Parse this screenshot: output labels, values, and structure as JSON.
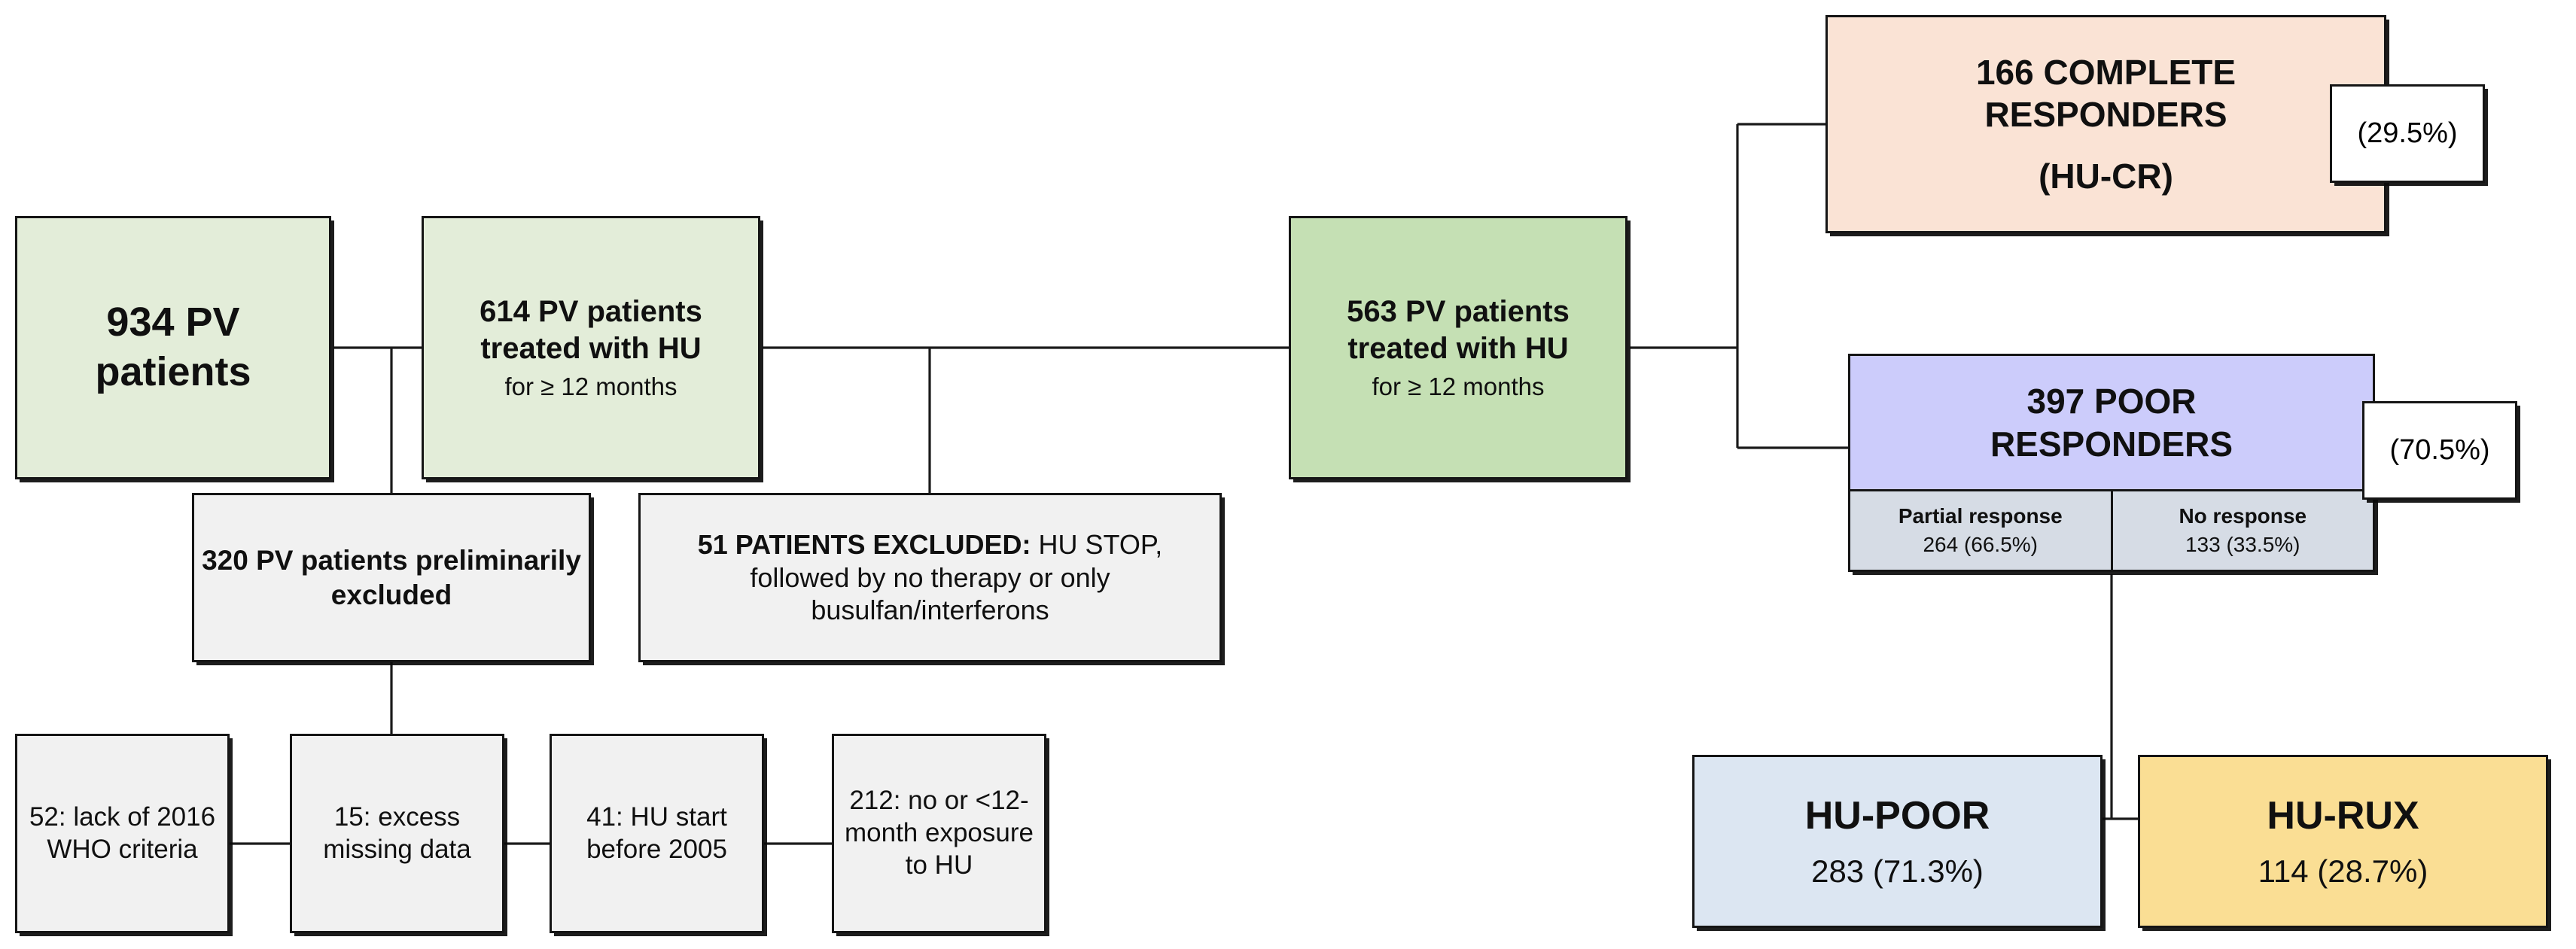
{
  "diagram": {
    "title": "PV patient HU treatment response flow",
    "colors": {
      "green_light": "#e3edd9",
      "green": "#c5e0b4",
      "grey": "#f1f1f1",
      "pink": "#fae3d5",
      "purple": "#ccccfb",
      "blue": "#dce6f2",
      "yellow": "#fade94",
      "sub_grey": "#d6dce5",
      "border": "#151515"
    }
  },
  "nodes": {
    "total_cohort": {
      "label": "934 PV patients"
    },
    "treated_614": {
      "headline": "614 PV patients treated with HU",
      "subline": "for ≥ 12 months"
    },
    "treated_563": {
      "headline": "563 PV patients treated with HU",
      "subline": "for ≥ 12 months"
    },
    "prelim_excluded": {
      "label": "320 PV patients preliminarily excluded"
    },
    "excluded_51": {
      "strong": "51 PATIENTS EXCLUDED:",
      "rest": " HU STOP, followed by no therapy or only busulfan/interferons"
    },
    "exclusion_reasons": [
      {
        "label": "52: lack of 2016 WHO criteria"
      },
      {
        "label": "15: excess missing data"
      },
      {
        "label": "41: HU start before 2005"
      },
      {
        "label": "212: no or <12-month exposure to HU"
      }
    ],
    "complete_responders": {
      "line1": "166 COMPLETE",
      "line2": "RESPONDERS",
      "line3": "(HU-CR)",
      "badge": "(29.5%)"
    },
    "poor_responders": {
      "line1": "397 POOR",
      "line2": "RESPONDERS",
      "badge": "(70.5%)",
      "breakdown": [
        {
          "header": "Partial response",
          "value": "264 (66.5%)"
        },
        {
          "header": "No response",
          "value": "133 (33.5%)"
        }
      ]
    },
    "hu_poor": {
      "headline": "HU-POOR",
      "value": "283 (71.3%)"
    },
    "hu_rux": {
      "headline": "HU-RUX",
      "value": "114 (28.7%)"
    }
  }
}
